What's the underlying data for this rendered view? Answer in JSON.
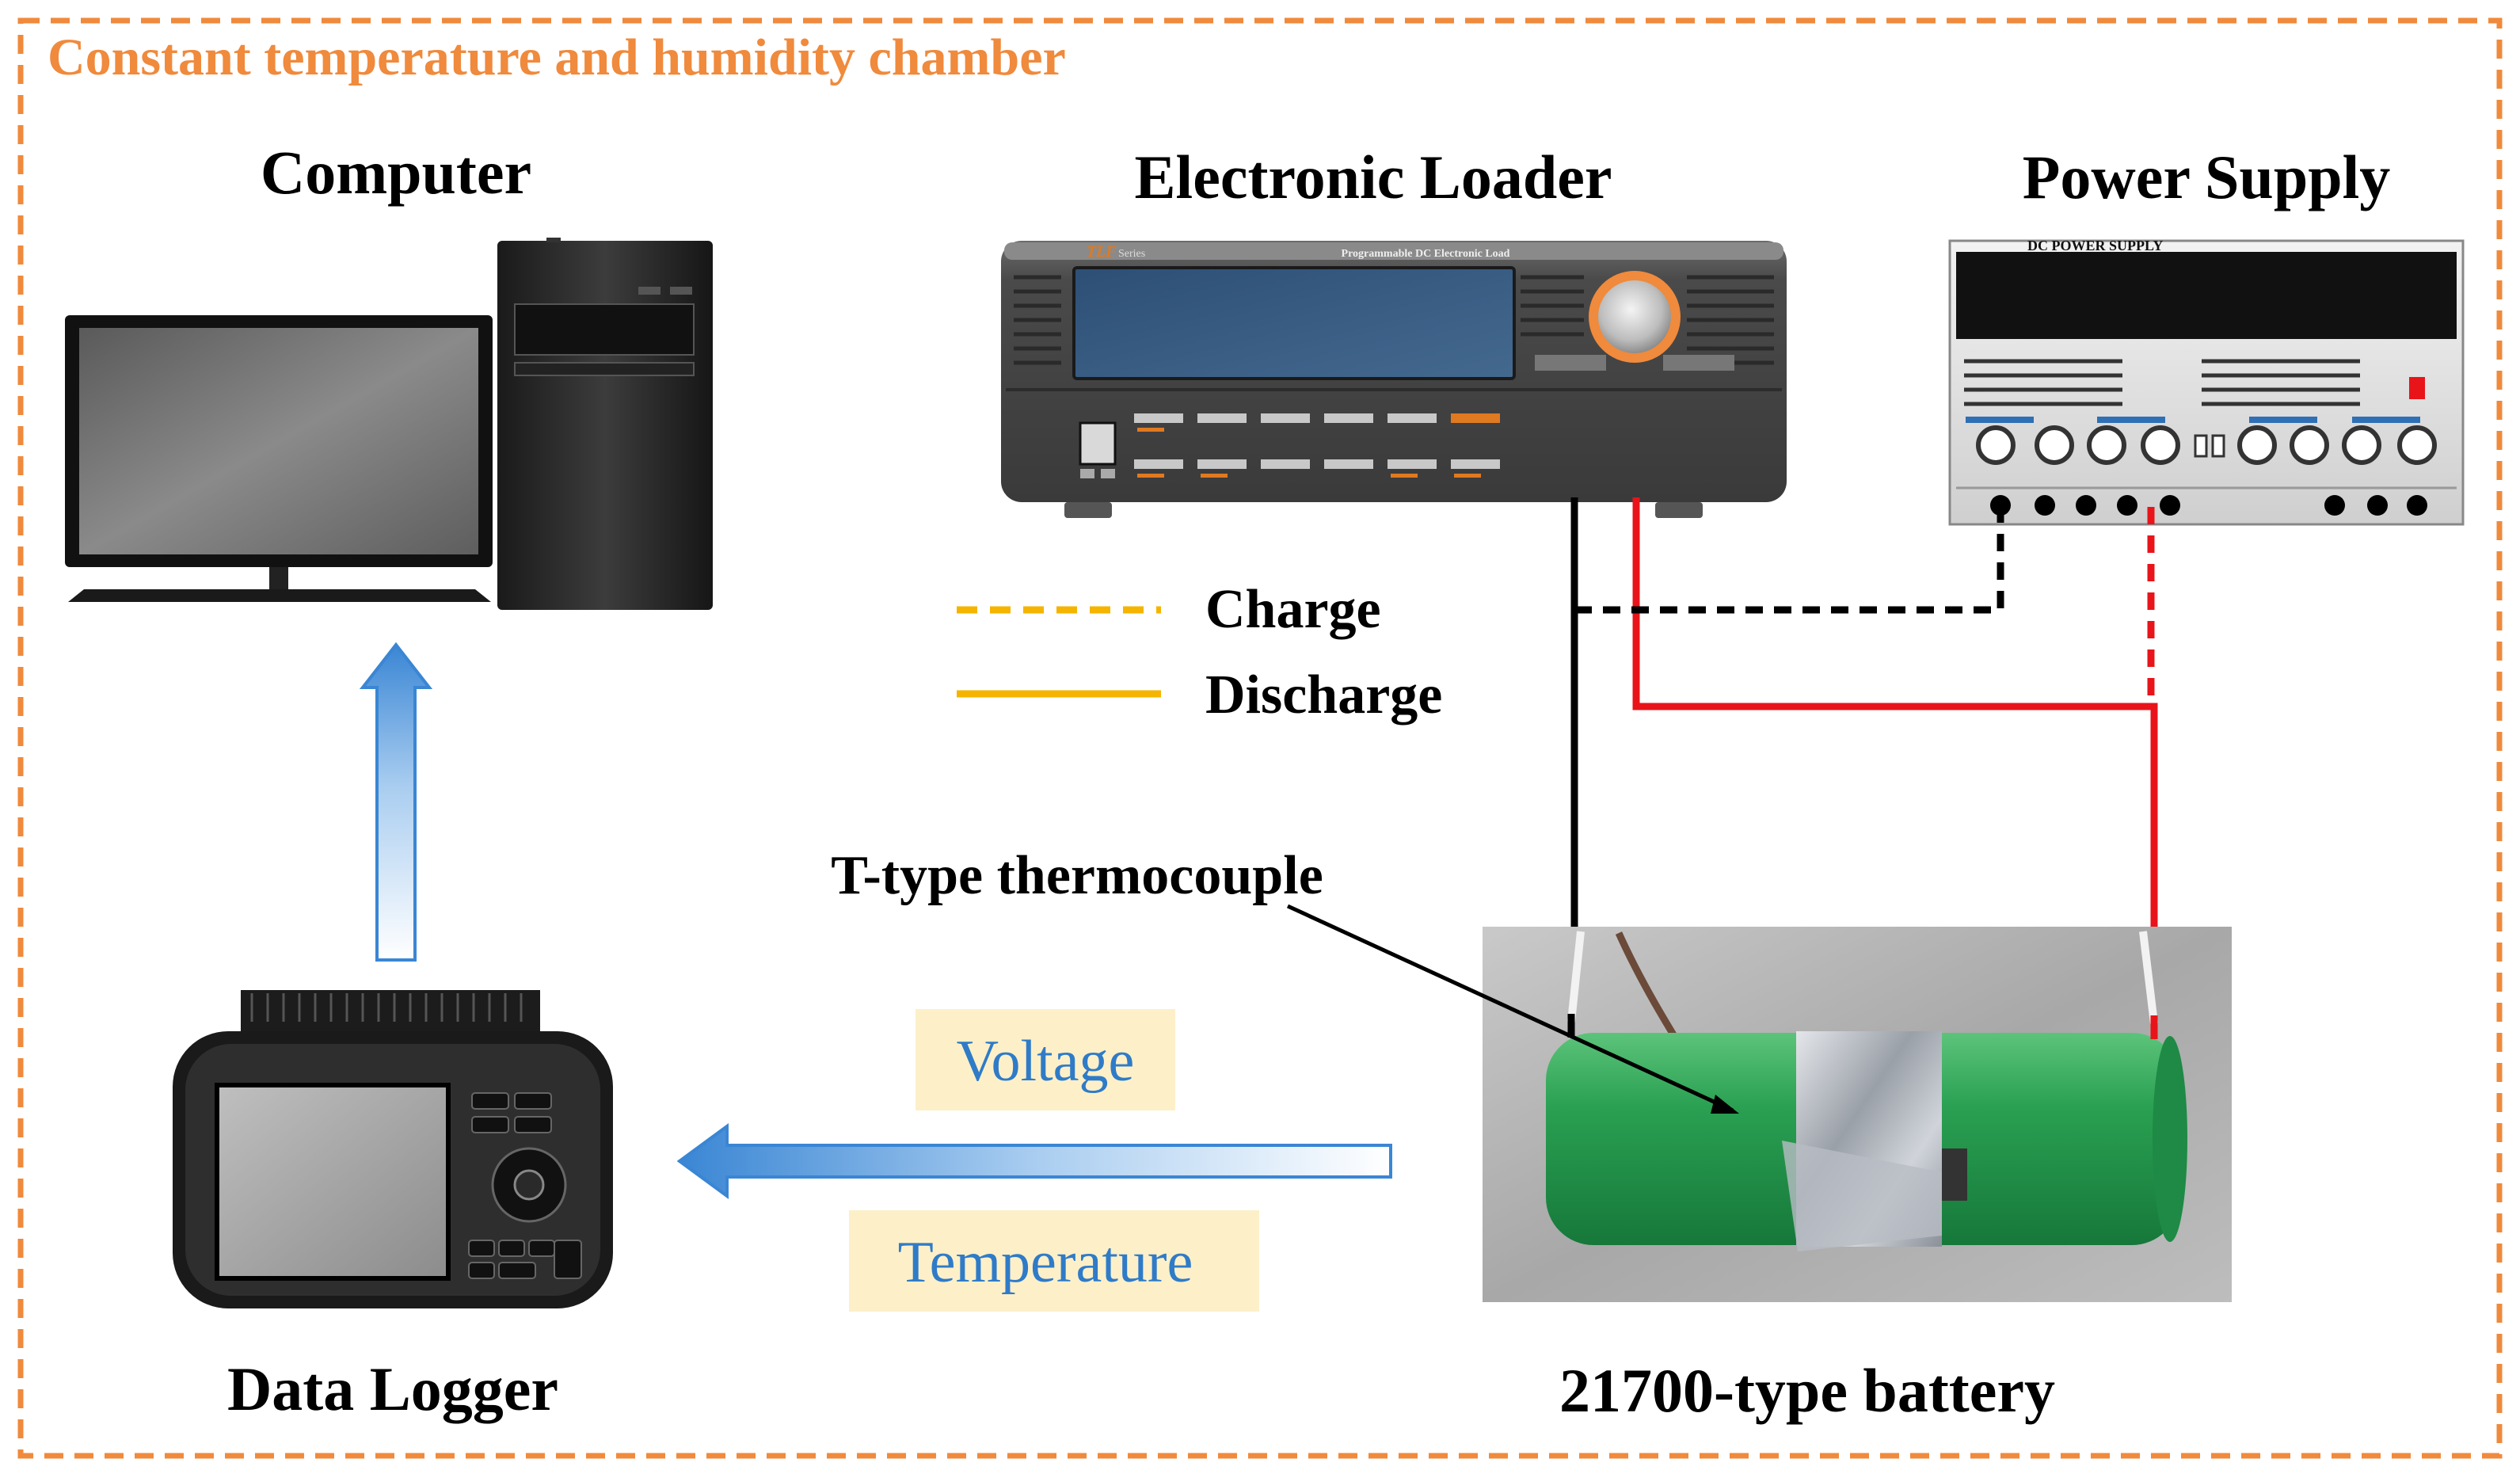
{
  "chamber": {
    "title": "Constant temperature and humidity chamber"
  },
  "computer": {
    "label": "Computer"
  },
  "loader": {
    "label": "Electronic Loader",
    "brand": "TLF",
    "brand_suffix": "Series",
    "model_text": "Programmable DC Electronic Load"
  },
  "power_supply": {
    "label": "Power Supply",
    "panel_text": "DC POWER SUPPLY"
  },
  "legend": {
    "charge_label": "Charge",
    "discharge_label": "Discharge",
    "color": "#f5b400"
  },
  "thermocouple": {
    "label": "T-type thermocouple"
  },
  "signals": {
    "voltage_label": "Voltage",
    "temperature_label": "Temperature"
  },
  "data_logger": {
    "label": "Data Logger"
  },
  "battery": {
    "label": "21700-type battery"
  },
  "colors": {
    "chamber_border": "#f08a3c",
    "wire_positive": "#e8141a",
    "wire_negative": "#000000",
    "arrow_blue": "#3a86d4",
    "signal_box": "#fdf0c8",
    "signal_text": "#2f7bc8",
    "battery_green": "#2aa052"
  }
}
